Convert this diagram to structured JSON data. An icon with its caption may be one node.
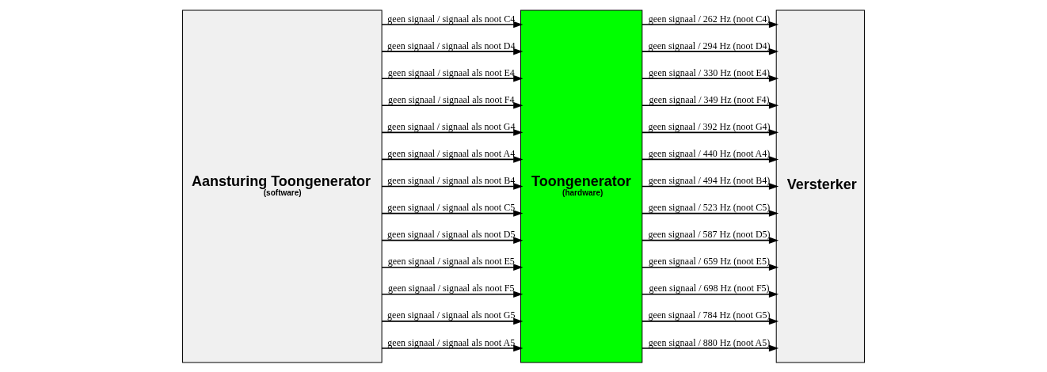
{
  "diagram": {
    "nodes": [
      {
        "text": [
          "Aansturing Toongenerator",
          "(software)"
        ]
      },
      {
        "text": [
          "Toongenerator",
          "(hardware)"
        ]
      },
      {
        "text": [
          "Versterker"
        ]
      }
    ],
    "edges": [
      {
        "from": 0,
        "to": 1,
        "arrow": "to",
        "label": "geen signaal / signaal als noot C4"
      },
      {
        "from": 0,
        "to": 1,
        "arrow": "to",
        "label": "geen signaal / signaal als noot D4"
      },
      {
        "from": 0,
        "to": 1,
        "arrow": "to",
        "label": "geen signaal / signaal als noot E4"
      },
      {
        "from": 0,
        "to": 1,
        "arrow": "to",
        "label": "geen signaal / signaal als noot F4"
      },
      {
        "from": 0,
        "to": 1,
        "arrow": "to",
        "label": "geen signaal / signaal als noot G4"
      },
      {
        "from": 0,
        "to": 1,
        "arrow": "to",
        "label": "geen signaal / signaal als noot A4"
      },
      {
        "from": 0,
        "to": 1,
        "arrow": "to",
        "label": "geen signaal / signaal als noot B4"
      },
      {
        "from": 0,
        "to": 1,
        "arrow": "to",
        "label": "geen signaal / signaal als noot C5"
      },
      {
        "from": 0,
        "to": 1,
        "arrow": "to",
        "label": "geen signaal / signaal als noot D5"
      },
      {
        "from": 0,
        "to": 1,
        "arrow": "to",
        "label": "geen signaal / signaal als noot E5"
      },
      {
        "from": 0,
        "to": 1,
        "arrow": "to",
        "label": "geen signaal / signaal als noot F5"
      },
      {
        "from": 0,
        "to": 1,
        "arrow": "to",
        "label": "geen signaal / signaal als noot G5"
      },
      {
        "from": 0,
        "to": 1,
        "arrow": "to",
        "label": "geen signaal / signaal als noot A5"
      },
      {
        "from": 1,
        "to": 2,
        "arrow": "to",
        "label": "geen signaal / 262 Hz (noot C4)"
      },
      {
        "from": 1,
        "to": 2,
        "arrow": "to",
        "label": "geen signaal / 294 Hz (noot D4)"
      },
      {
        "from": 1,
        "to": 2,
        "arrow": "to",
        "label": "geen signaal / 330 Hz (noot E4)"
      },
      {
        "from": 1,
        "to": 2,
        "arrow": "to",
        "label": "geen signaal / 349 Hz (noot F4)"
      },
      {
        "from": 1,
        "to": 2,
        "arrow": "to",
        "label": "geen signaal / 392 Hz (noot G4)"
      },
      {
        "from": 1,
        "to": 2,
        "arrow": "to",
        "label": "geen signaal / 440 Hz (noot A4)"
      },
      {
        "from": 1,
        "to": 2,
        "arrow": "to",
        "label": "geen signaal / 494 Hz (noot B4)"
      },
      {
        "from": 1,
        "to": 2,
        "arrow": "to",
        "label": "geen signaal / 523 Hz (noot C5)"
      },
      {
        "from": 1,
        "to": 2,
        "arrow": "to",
        "label": "geen signaal / 587 Hz (noot D5)"
      },
      {
        "from": 1,
        "to": 2,
        "arrow": "to",
        "label": "geen signaal / 659 Hz (noot E5)"
      },
      {
        "from": 1,
        "to": 2,
        "arrow": "to",
        "label": "geen signaal / 698 Hz (noot F5)"
      },
      {
        "from": 1,
        "to": 2,
        "arrow": "to",
        "label": "geen signaal / 784 Hz (noot G5)"
      },
      {
        "from": 1,
        "to": 2,
        "arrow": "to",
        "label": "geen signaal / 880 Hz (noot A5)"
      }
    ]
  }
}
